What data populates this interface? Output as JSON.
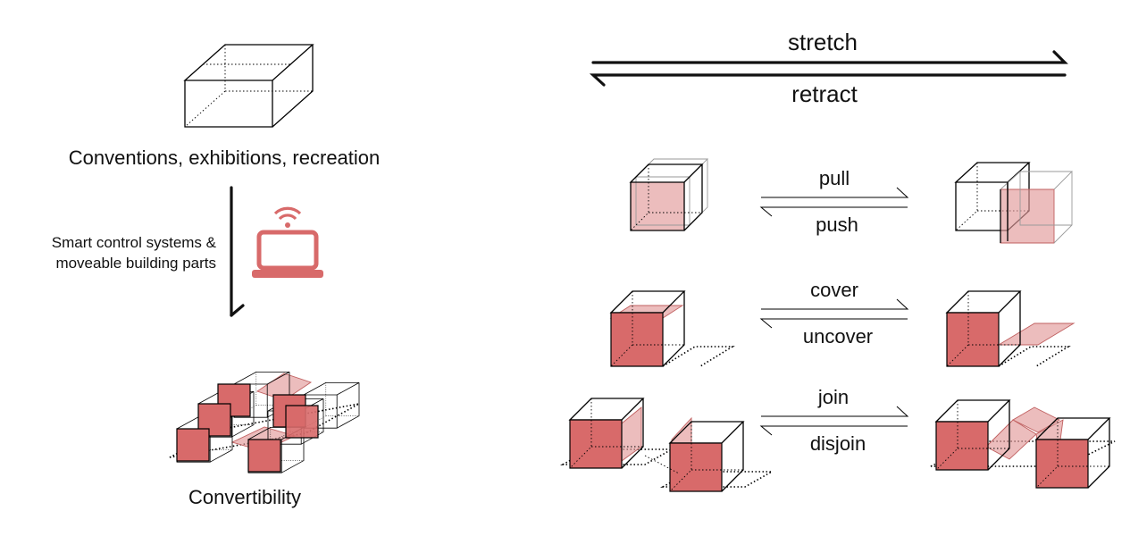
{
  "left": {
    "top_caption": "Conventions, exhibitions, recreation",
    "process_label_line1": "Smart control systems &",
    "process_label_line2": "moveable building parts",
    "bottom_caption": "Convertibility"
  },
  "header": {
    "stretch": "stretch",
    "retract": "retract"
  },
  "operations": [
    {
      "forward": "pull",
      "backward": "push"
    },
    {
      "forward": "cover",
      "backward": "uncover"
    },
    {
      "forward": "join",
      "backward": "disjoin"
    }
  ],
  "colors": {
    "accent": "#d86a6a",
    "accent_light": "#e29a9a",
    "line": "#000000"
  },
  "icons": [
    "laptop-wifi-icon",
    "double-arrow-icon",
    "down-arrow-icon"
  ]
}
